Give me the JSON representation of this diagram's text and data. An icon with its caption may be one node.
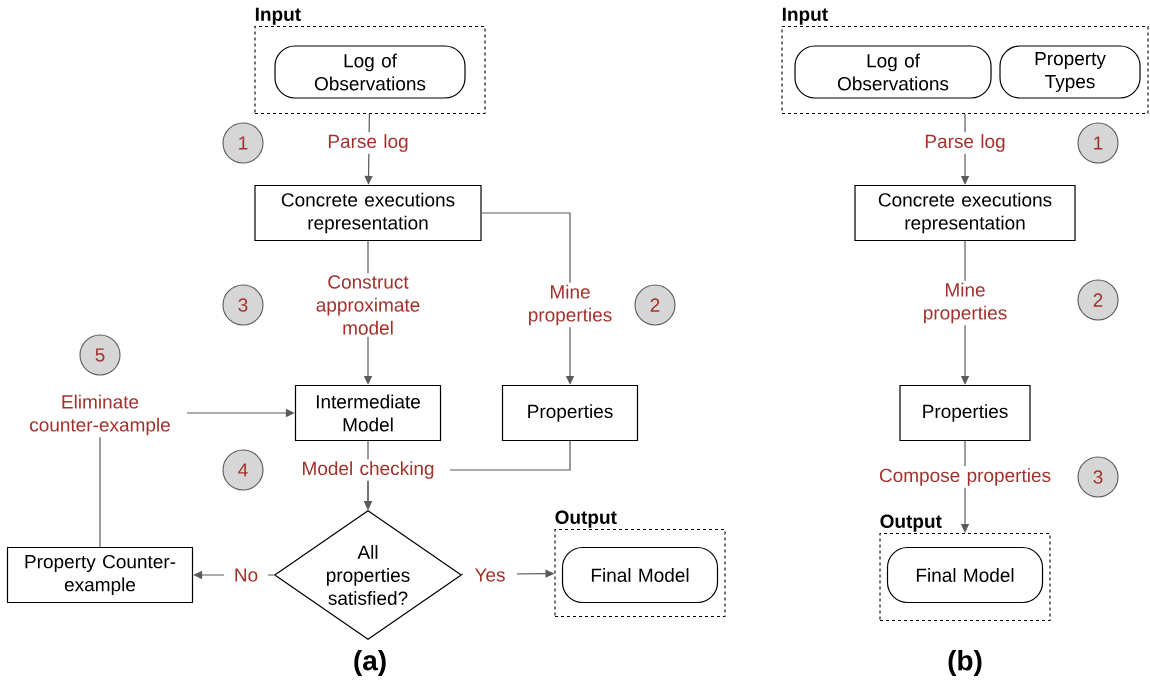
{
  "diagram": {
    "nodes": [
      {
        "text": [
          "Input"
        ]
      },
      {
        "text": [
          "Log of Observations"
        ],
        "in": 0
      },
      {
        "text": [
          "Concrete executions representation"
        ]
      },
      {
        "text": [
          "Intermediate Model"
        ]
      },
      {
        "text": [
          "Properties"
        ]
      },
      {
        "text": [
          "All properties satisfied?"
        ]
      },
      {
        "text": [
          "Property Counter-example"
        ]
      },
      {
        "text": [
          "Output"
        ]
      },
      {
        "text": [
          "Final Model"
        ],
        "in": 7
      },
      {
        "text": [
          "Input"
        ]
      },
      {
        "text": [
          "Log of Observations"
        ],
        "in": 9
      },
      {
        "text": [
          "Property Types"
        ],
        "in": 9
      },
      {
        "text": [
          "Concrete executions representation"
        ]
      },
      {
        "text": [
          "Properties"
        ]
      },
      {
        "text": [
          "Output"
        ]
      },
      {
        "text": [
          "Final Model"
        ],
        "in": 14
      },
      {
        "text": [
          "1"
        ]
      },
      {
        "text": [
          "5"
        ]
      },
      {
        "text": [
          "3"
        ]
      },
      {
        "text": [
          "2"
        ]
      },
      {
        "text": [
          "4"
        ]
      },
      {
        "text": [
          "1"
        ]
      },
      {
        "text": [
          "2"
        ]
      },
      {
        "text": [
          "3"
        ]
      }
    ],
    "edges": [
      {
        "from": 0,
        "to": 2,
        "arrow": "to",
        "label": "Parse log"
      },
      {
        "from": 2,
        "to": 3,
        "arrow": "to",
        "label": "Construct approximate model"
      },
      {
        "from": 2,
        "to": 4,
        "arrow": "to",
        "label": "Mine properties"
      },
      {
        "from": 3,
        "to": 5,
        "arrow": "to",
        "label": "Model checking"
      },
      {
        "from": 4,
        "to": 5,
        "arrow": "to"
      },
      {
        "from": 5,
        "to": 6,
        "arrow": "to",
        "label": "No"
      },
      {
        "from": 5,
        "to": 7,
        "arrow": "to",
        "label": "Yes"
      },
      {
        "from": 6,
        "to": 3,
        "arrow": "to",
        "label": "Eliminate counter-example"
      },
      {
        "from": 9,
        "to": 12,
        "arrow": "to",
        "label": "Parse log"
      },
      {
        "from": 12,
        "to": 13,
        "arrow": "to",
        "label": "Mine properties"
      },
      {
        "from": 13,
        "to": 14,
        "arrow": "to",
        "label": "Compose properties"
      }
    ],
    "labels": [
      "(a)",
      "(b)"
    ]
  }
}
